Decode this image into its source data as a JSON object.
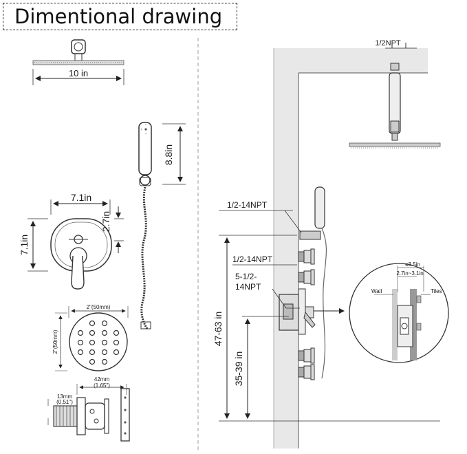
{
  "title": "Dimentional drawing",
  "left_panel": {
    "shower_head_width": "10  in",
    "handheld_length": "8.8in",
    "valve_width": "7.1in",
    "valve_offset": "2.7in",
    "valve_height": "7.1in",
    "jet_width": "2\"(50mm)",
    "jet_height": "2\"(50mm)",
    "jet_body_length_mm": "42mm",
    "jet_body_length_in": "(1.65\")",
    "jet_thread_mm": "13mm",
    "jet_thread_in": "(0.51\")"
  },
  "right_panel": {
    "head_thread": "1/2NPT",
    "handheld_inlet": "1/2-14NPT",
    "jet_inlet": "1/2-14NPT",
    "valve_inlet_line1": "5-1/2-",
    "valve_inlet_line2": "14NPT",
    "mount_height": "47-63 in",
    "valve_height": "35-39 in",
    "detail_depth": "≤3.5in",
    "detail_range": "2.7in~3.1in",
    "detail_wall": "Wall",
    "detail_tiles": "Tiles"
  },
  "colors": {
    "line": "#333333",
    "wall": "#e8e8e8",
    "fixture": "#bdbdbd"
  }
}
